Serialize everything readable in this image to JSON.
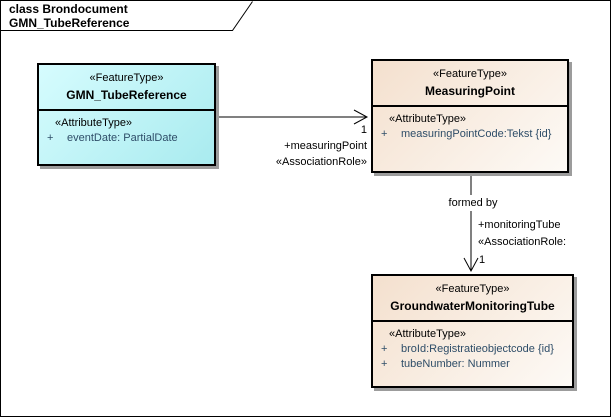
{
  "frame": {
    "title": "class Brondocument GMN_TubeReference"
  },
  "classes": [
    {
      "stereotype": "«FeatureType»",
      "name": "GMN_TubeReference",
      "attr_stereotype": "«AttributeType»",
      "attributes": [
        {
          "visibility": "+",
          "text": "eventDate: PartialDate"
        }
      ]
    },
    {
      "stereotype": "«FeatureType»",
      "name": "MeasuringPoint",
      "attr_stereotype": "«AttributeType»",
      "attributes": [
        {
          "visibility": "+",
          "text": "measuringPointCode:Tekst {id}"
        }
      ]
    },
    {
      "stereotype": "«FeatureType»",
      "name": "GroundwaterMonitoringTube",
      "attr_stereotype": "«AttributeType»",
      "attributes": [
        {
          "visibility": "+",
          "text": "broId:Registratieobjectcode {id}"
        },
        {
          "visibility": "+",
          "text": "tubeNumber: Nummer"
        }
      ]
    }
  ],
  "associations": [
    {
      "target_multiplicity": "1",
      "target_role": "+measuringPoint",
      "target_stereotype": "«AssociationRole»"
    },
    {
      "name": "formed by",
      "target_role": "+monitoringTube",
      "target_stereotype": "«AssociationRole:",
      "target_multiplicity": "1"
    }
  ],
  "colors": {
    "class_cyan_fill_start": "#D6FCFE",
    "class_cyan_fill_end": "#A9EBEF",
    "class_tan_fill_start": "#F4E0CE",
    "class_tan_fill_end": "#FDFAF6",
    "attribute_text": "#2E4D68",
    "border": "#000000",
    "shadow": "#9C9C9C"
  }
}
